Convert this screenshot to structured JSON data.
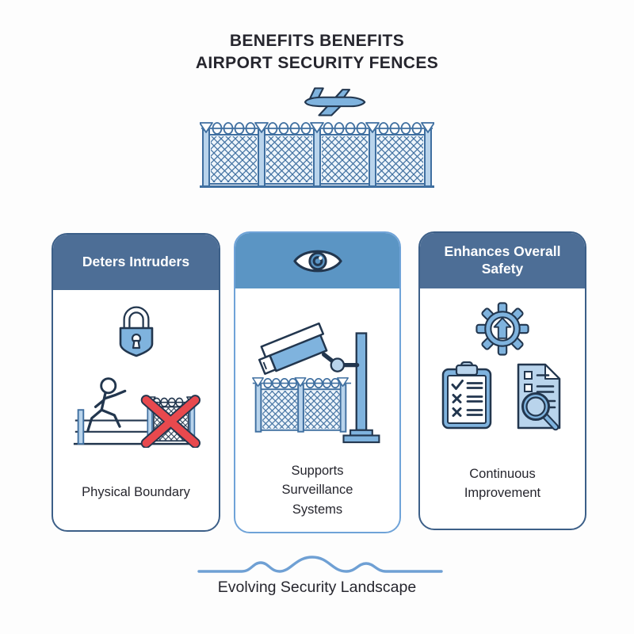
{
  "title": {
    "line1": "BENEFITS BENEFITS",
    "line2": "AIRPORT SECURITY FENCES"
  },
  "cards": [
    {
      "header_label": "Deters Intruders",
      "caption": "Physical Boundary"
    },
    {
      "header_label": "",
      "caption": "Supports Surveillance Systems"
    },
    {
      "header_label": "Enhances Overall Safety",
      "caption": "Continuous Improvement"
    }
  ],
  "footer": {
    "label": "Evolving Security Landscape"
  },
  "icons": {
    "airplane": "airplane-icon",
    "security_fence": "security-fence-icon",
    "padlock": "padlock-icon",
    "intruder_blocked": "intruder-blocked-icon",
    "eye": "eye-icon",
    "cctv_camera": "cctv-camera-fence-icon",
    "gear_up_arrow": "gear-up-arrow-icon",
    "checklist_clipboard": "checklist-clipboard-icon",
    "document_magnifier": "document-magnifier-icon",
    "wave_line": "wave-line-icon"
  },
  "theme": {
    "ink": "#22364e",
    "line-blue": "#3f6fa0",
    "blue-mid": "#7fb3de",
    "blue-light": "#b9d4ec",
    "blue-pale": "#eef5fb",
    "header-dark": "#4d6e96",
    "header-light": "#5b95c4",
    "border-dark": "#3c5f88",
    "border-light": "#6fa3d8",
    "red": "#e8494e",
    "text-dark": "#26262e",
    "wave": "#6fa0d4",
    "bg": "#fdfdfd"
  }
}
